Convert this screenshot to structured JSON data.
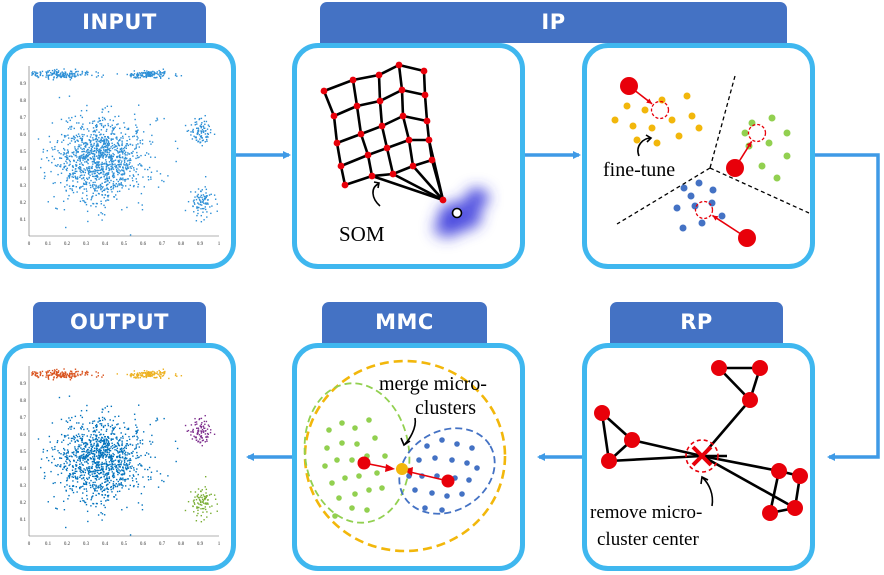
{
  "headers": {
    "input": "INPUT",
    "ip": "IP",
    "output": "OUTPUT",
    "mmc": "MMC",
    "rp": "RP"
  },
  "labels": {
    "som": "SOM",
    "fine_tune": "fine-tune",
    "merge_line1": "merge micro-",
    "merge_line2": "clusters",
    "remove_line1": "remove micro-",
    "remove_line2": "cluster center"
  },
  "axis": {
    "x_ticks": [
      "0",
      "0.1",
      "0.2",
      "0.3",
      "0.4",
      "0.5",
      "0.6",
      "0.7",
      "0.8",
      "0.9",
      "1"
    ],
    "y_ticks": [
      "0.1",
      "0.2",
      "0.3",
      "0.4",
      "0.5",
      "0.6",
      "0.7",
      "0.8",
      "0.9"
    ]
  },
  "colors": {
    "header_bg": "#4472c4",
    "panel_border": "#3fb7ef",
    "arrow": "#3f9ae6",
    "scatter_blue": "#2c8fd6",
    "cluster_orange": "#d9531e",
    "cluster_yellow": "#edb120",
    "cluster_purple": "#7e2f8e",
    "cluster_green": "#77ac30",
    "cluster_deepblue": "#0072bd",
    "red_node": "#e8000a"
  },
  "icons": [
    "som-grid-icon",
    "blob-icon",
    "voronoi-icon",
    "graph-icon"
  ]
}
